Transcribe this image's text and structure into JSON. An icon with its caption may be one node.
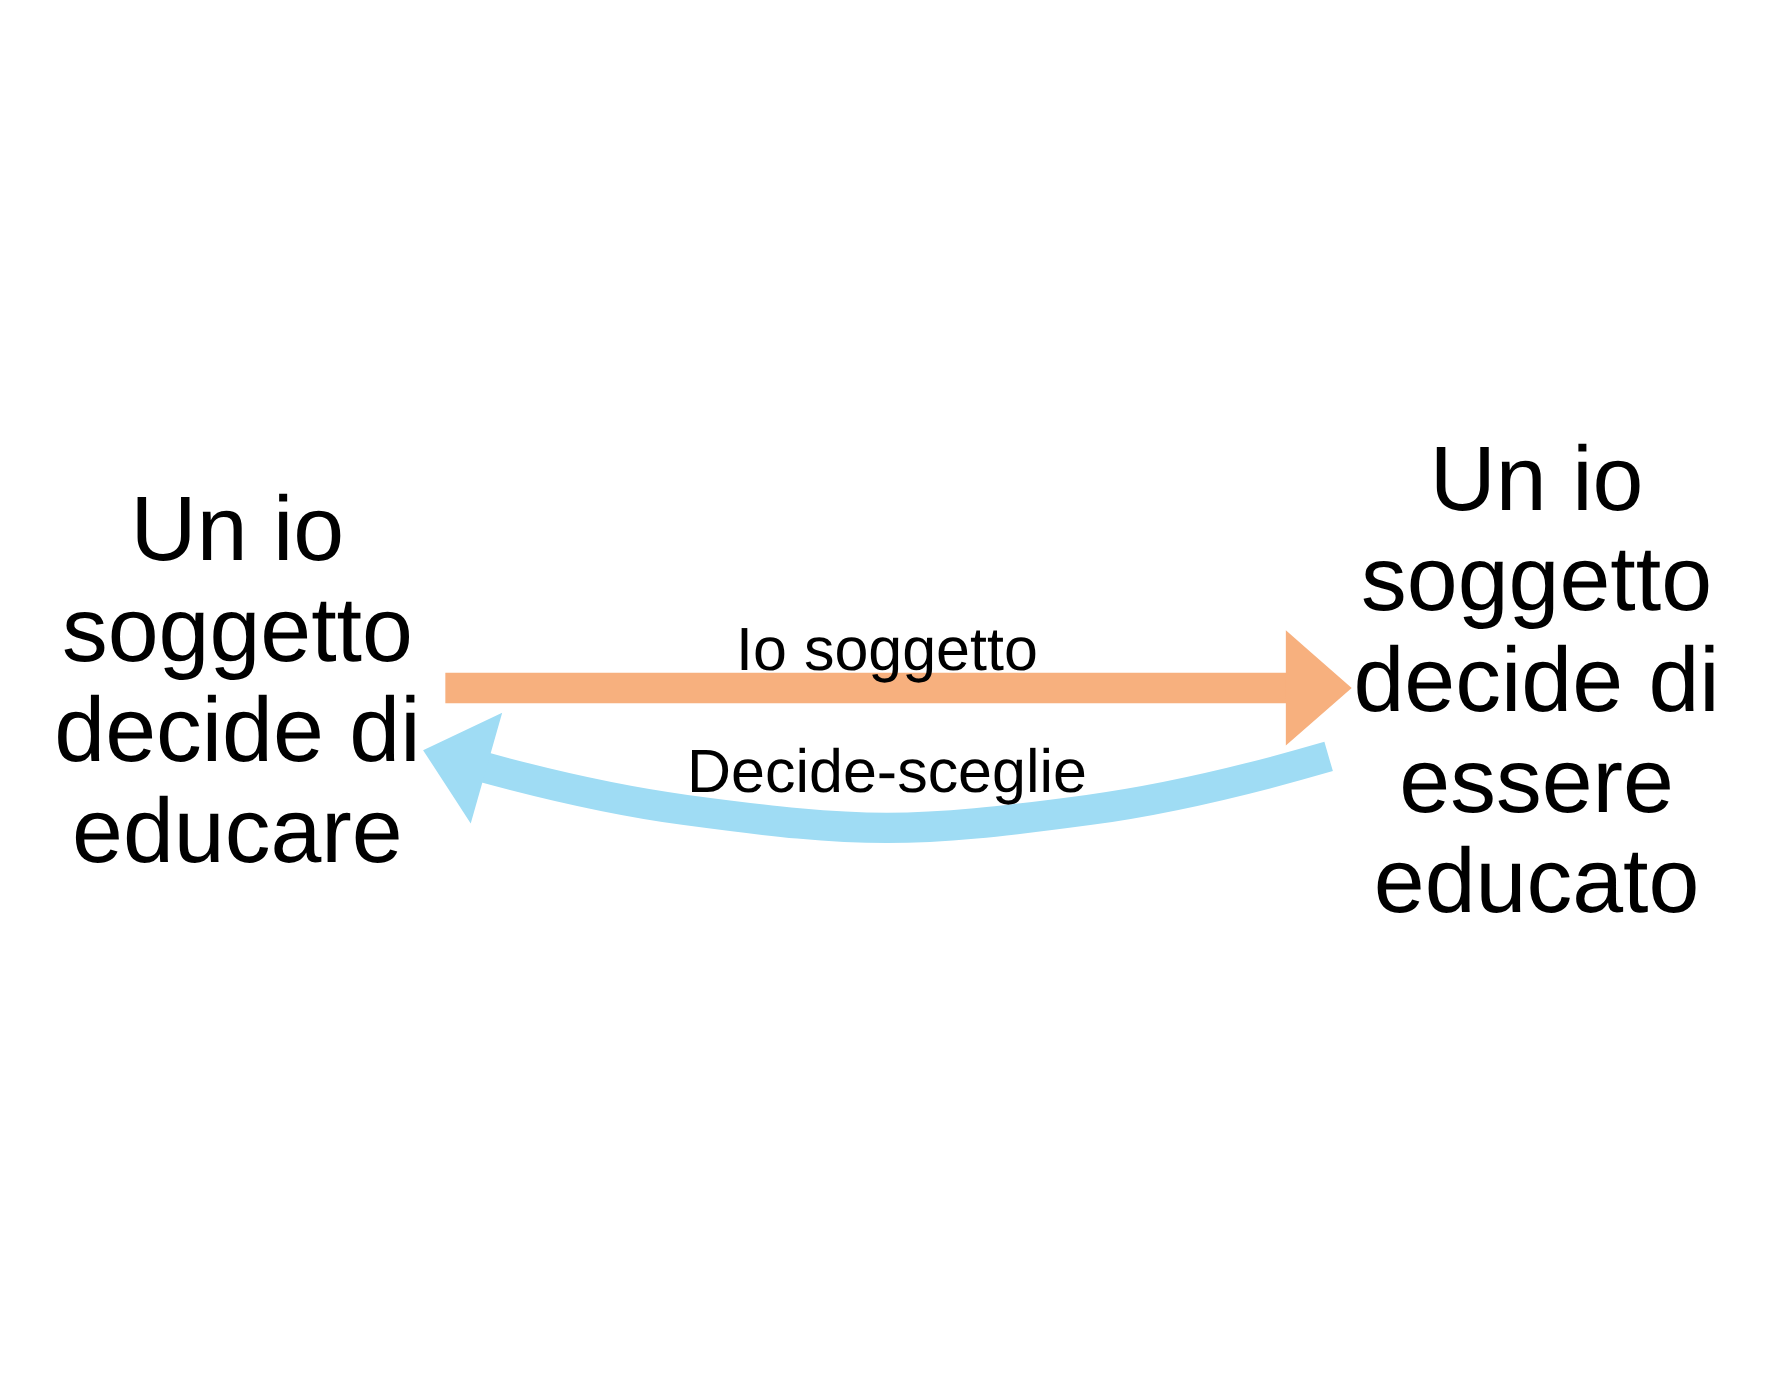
{
  "diagram": {
    "nodes": [
      {
        "text": [
          "Un io soggetto decide di educare"
        ]
      },
      {
        "text": [
          "Un io soggetto decide di essere educato"
        ]
      }
    ],
    "edges": [
      {
        "from": 0,
        "to": 1,
        "arrow": "to",
        "label": "Io soggetto",
        "color": "#f7b07e"
      },
      {
        "from": 1,
        "to": 0,
        "arrow": "to",
        "label": "Decide-sceglie",
        "color": "#9fdcf4"
      }
    ]
  }
}
